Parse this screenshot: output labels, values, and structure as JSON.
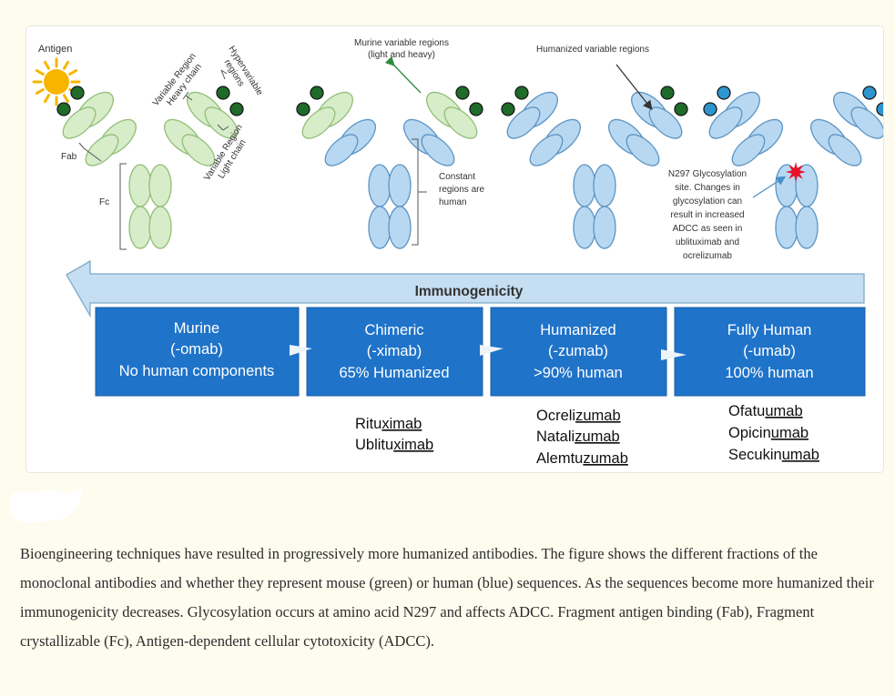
{
  "diagram": {
    "labels": {
      "antigen": "Antigen",
      "variable_heavy_1": "Variable Region",
      "variable_heavy_2": "Heavy chain",
      "hypervariable_1": "Hypervariable",
      "hypervariable_2": "regions",
      "variable_light_1": "Variable Region",
      "variable_light_2": "Light chain",
      "fab": "Fab",
      "fc": "Fc",
      "murine_variable_1": "Murine variable regions",
      "murine_variable_2": "(light and heavy)",
      "constant_1": "Constant",
      "constant_2": "regions are",
      "constant_3": "human",
      "humanized_variable": "Humanized variable regions",
      "glyco_1": "N297 Glycosylation",
      "glyco_2": "site. Changes in",
      "glyco_3": "glycosylation can",
      "glyco_4": "result in increased",
      "glyco_5": "ADCC as seen in",
      "glyco_6": "ublituximab and",
      "glyco_7": "ocrelizumab"
    },
    "arrow_label": "Immunogenicity",
    "categories": [
      {
        "name": "Murine",
        "suffix": "(-omab)",
        "desc": "No human components"
      },
      {
        "name": "Chimeric",
        "suffix": "(-ximab)",
        "desc": "65% Humanized"
      },
      {
        "name": "Humanized",
        "suffix": "(-zumab)",
        "desc": ">90% human"
      },
      {
        "name": "Fully Human",
        "suffix": "(-umab)",
        "desc": "100% human"
      }
    ],
    "examples": {
      "chimeric": [
        {
          "stem": "Ritu",
          "suffix": "ximab"
        },
        {
          "stem": "Ublitu",
          "suffix": "ximab"
        }
      ],
      "humanized": [
        {
          "stem": "Ocreli",
          "suffix": "zumab"
        },
        {
          "stem": "Natali",
          "suffix": "zumab"
        },
        {
          "stem": "Alemtu",
          "suffix": "zumab"
        }
      ],
      "fully_human": [
        {
          "stem": "Ofatu",
          "suffix": "umab"
        },
        {
          "stem": "Opicin",
          "suffix": "umab"
        },
        {
          "stem": "Secukin",
          "suffix": "umab"
        }
      ]
    }
  },
  "caption": "Bioengineering techniques have resulted in progressively more humanized antibodies. The figure shows the different fractions of the monoclonal antibodies and whether they represent mouse (green) or human (blue) sequences. As the sequences become more humanized their immunogenicity decreases. Glycosylation occurs at amino acid N297 and affects ADCC. Fragment antigen binding (Fab), Fragment crystallizable (Fc), Antigen-dependent cellular cytotoxicity (ADCC).",
  "colors": {
    "mouse_fill": "#d7ecc9",
    "mouse_stroke": "#92bf78",
    "human_fill": "#b8d8f1",
    "human_stroke": "#5c94c4",
    "tip_green": "#1e6b2a",
    "tip_blue": "#2f95d0",
    "box_blue": "#1f73c9",
    "arrow_fill": "#c5def1",
    "arrow_stroke": "#7eabc9",
    "sun": "#f7b500",
    "glyco_star": "#e8102a"
  }
}
